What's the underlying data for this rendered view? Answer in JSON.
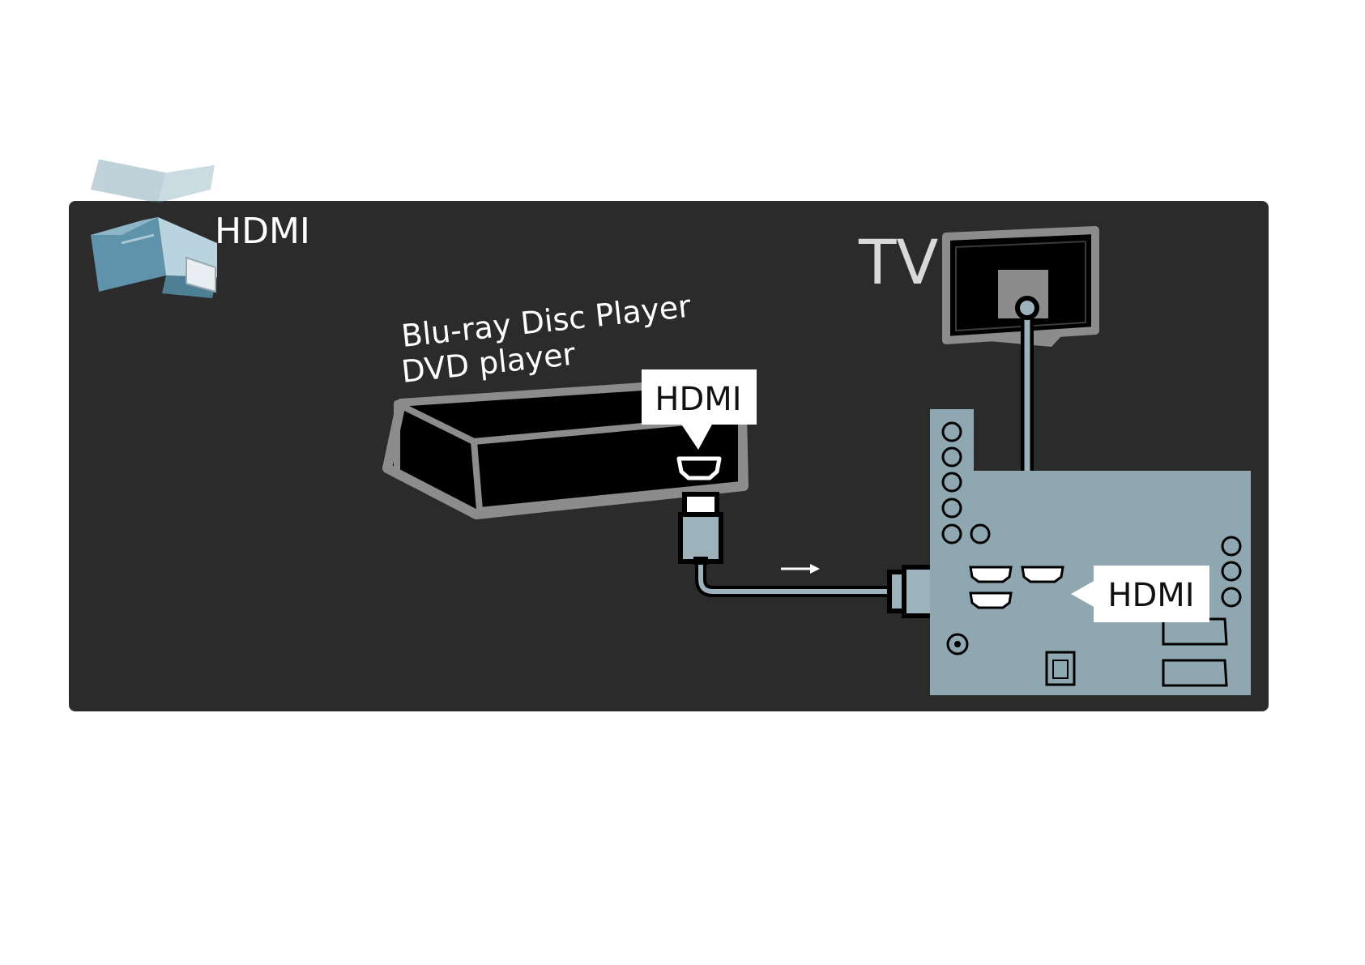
{
  "connector_label": "HDMI",
  "tv_label": "TV",
  "device_labels": [
    "Blu-ray Disc Player",
    "DVD player"
  ],
  "player_port_callout": "HDMI",
  "tv_port_callout": "HDMI",
  "colors": {
    "panel": "#2b2b2b",
    "tv_panel": "#8fa7b1",
    "outline": "#8c8c8c",
    "cable": "#9db3bb",
    "connector_blue": "#6fa2bb",
    "text": "#ffffff"
  },
  "icons": [
    "hdmi-plug-icon",
    "tv-icon",
    "disc-player-icon",
    "hdmi-cable-icon",
    "direction-arrow-icon"
  ]
}
